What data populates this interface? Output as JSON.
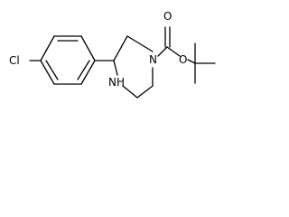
{
  "molecule": {
    "atoms": {
      "chlorine": "Cl",
      "ring_nitrogen_1": "N",
      "ring_nitrogen_4": "NH",
      "carbonyl_oxygen": "O",
      "ester_oxygen": "O"
    }
  },
  "colors": {
    "bond": "#000000",
    "label": "#000000",
    "background": "#ffffff"
  }
}
